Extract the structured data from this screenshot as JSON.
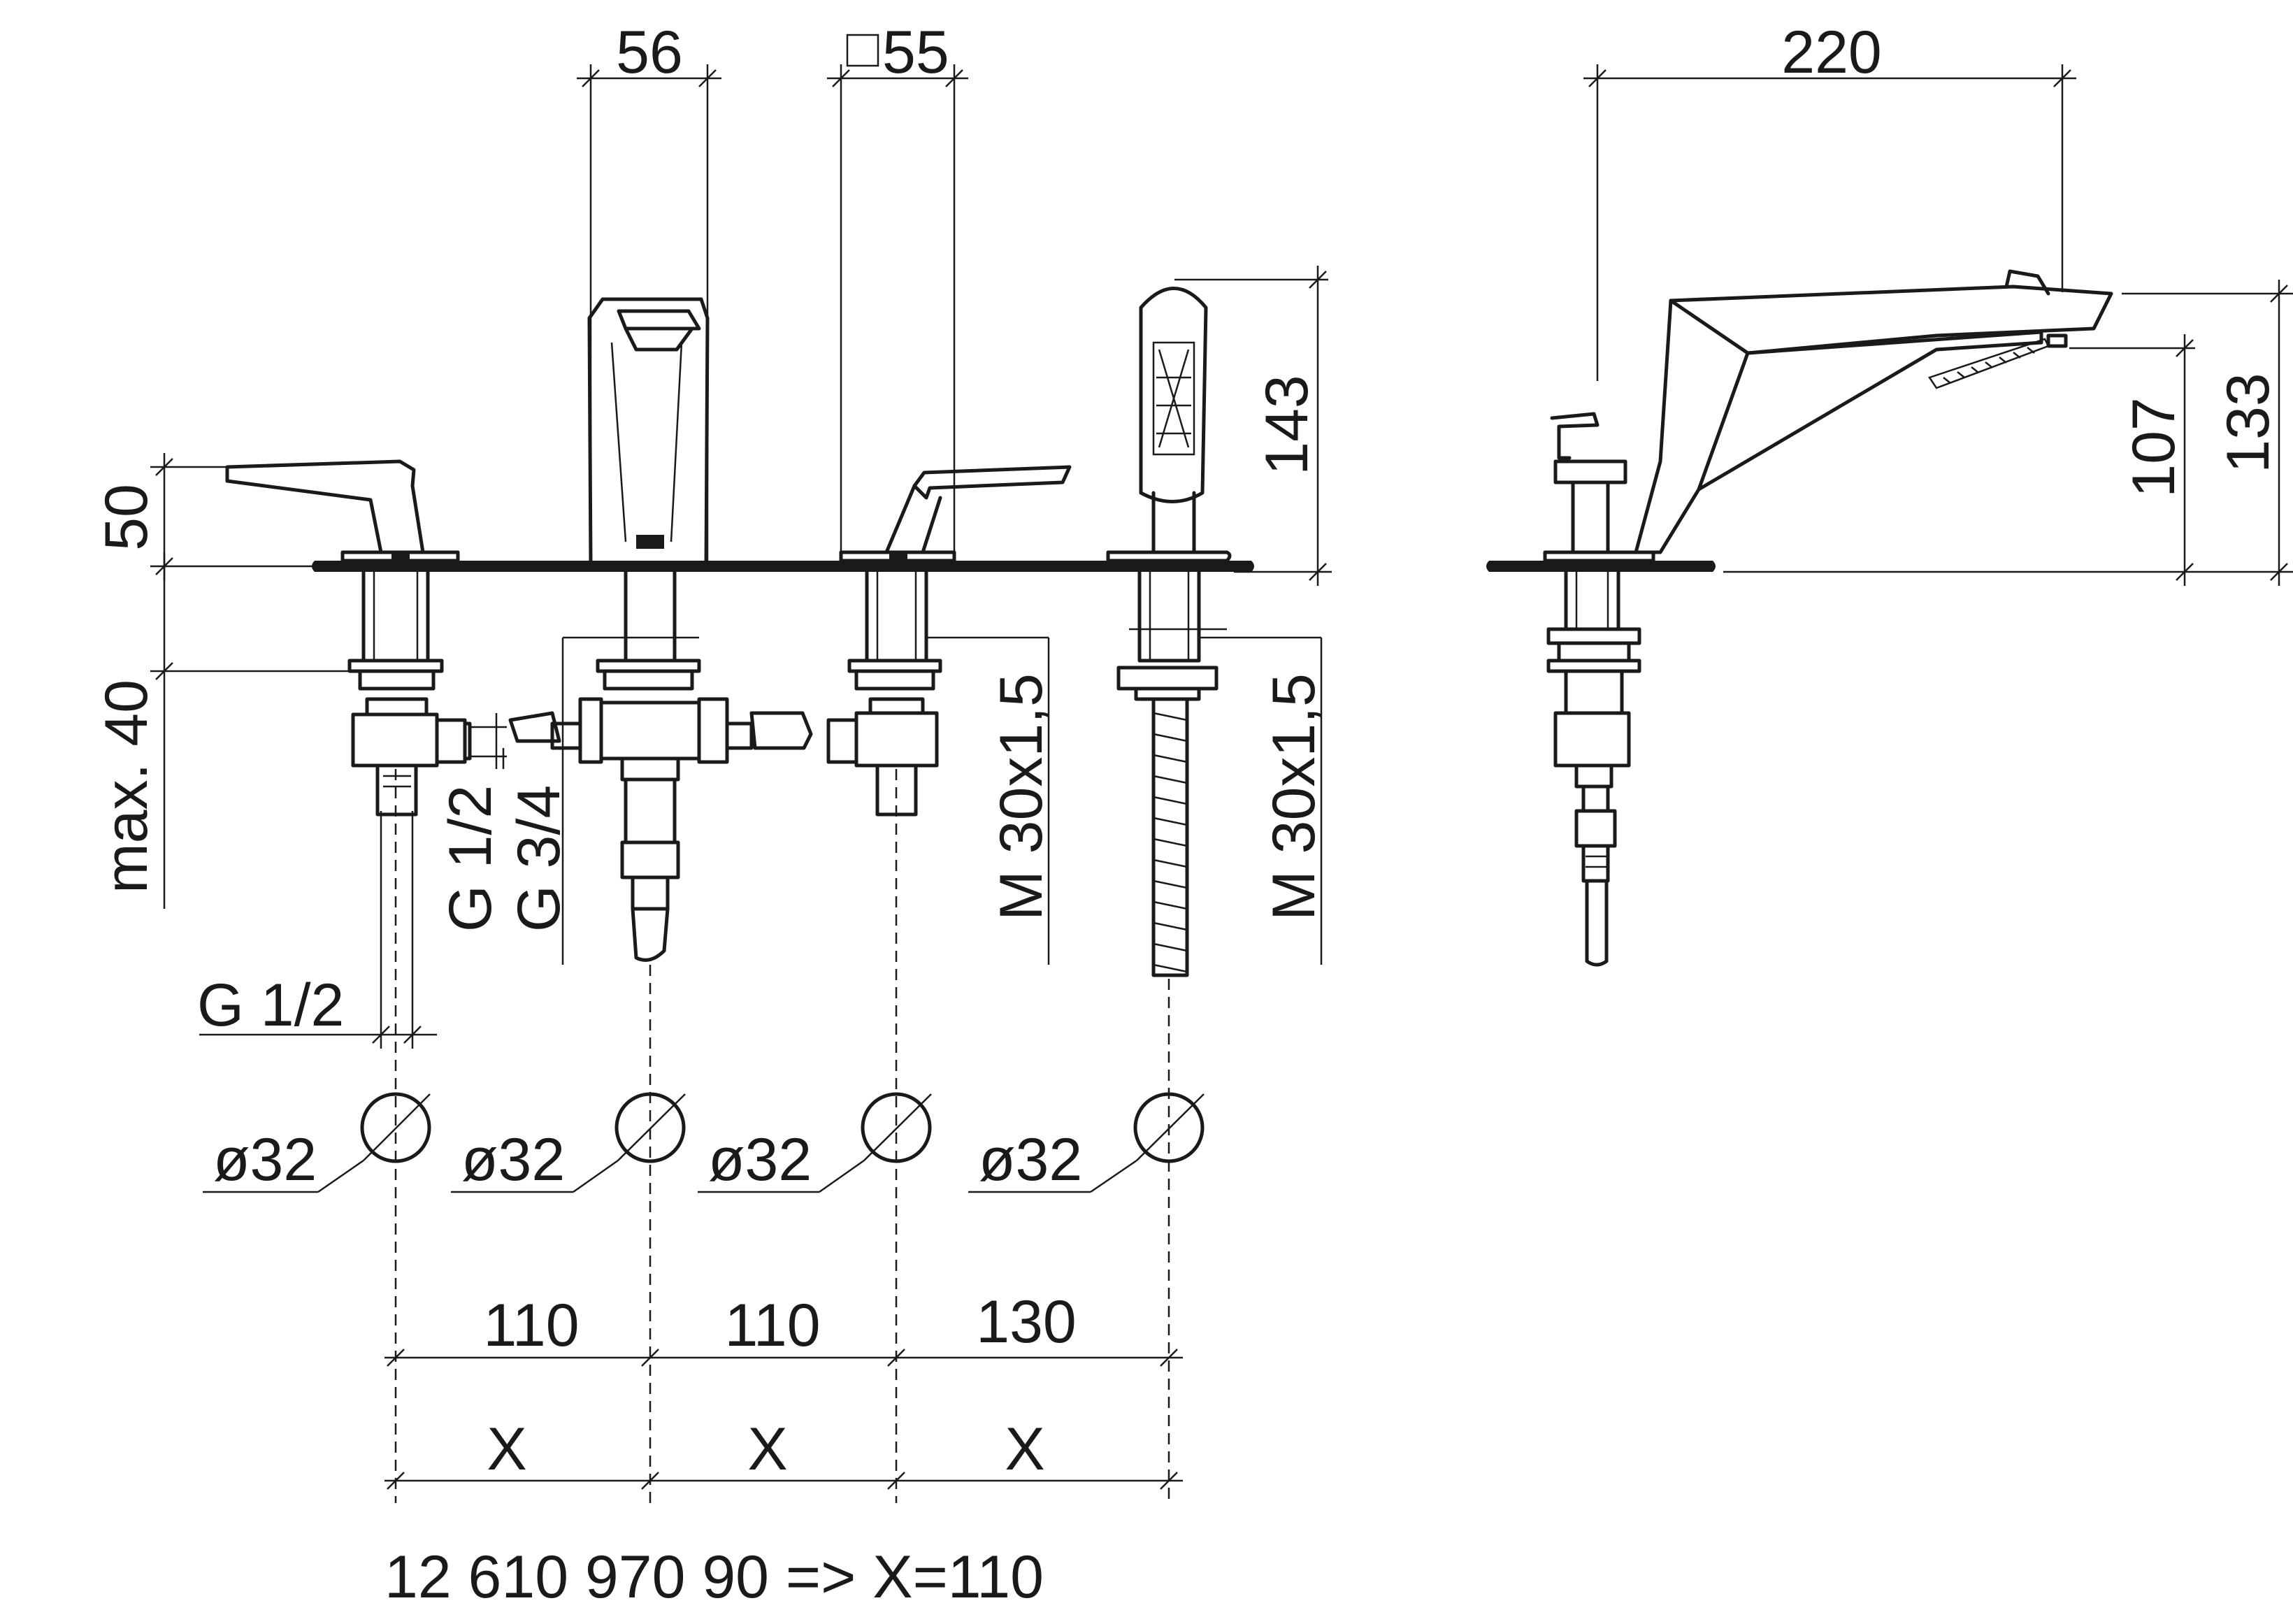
{
  "dimensions": {
    "spout_width": "56",
    "square_size": "55",
    "side_depth": "220",
    "handshower_height": "143",
    "side_height_inner": "107",
    "side_height_outer": "133",
    "handle_height": "50",
    "deck_thickness": "max. 40",
    "thread_inlet": "G 1/2",
    "thread_side_1": "G 1/2",
    "thread_side_2": "G 3/4",
    "thread_m1": "M 30x1,5",
    "thread_m2": "M 30x1,5",
    "hole_1": "ø32",
    "hole_2": "ø32",
    "hole_3": "ø32",
    "hole_4": "ø32",
    "spacing_1": "110",
    "spacing_2": "110",
    "spacing_3": "130",
    "x_1": "X",
    "x_2": "X",
    "x_3": "X"
  },
  "footnote": "12 610 970 90 => X=110"
}
